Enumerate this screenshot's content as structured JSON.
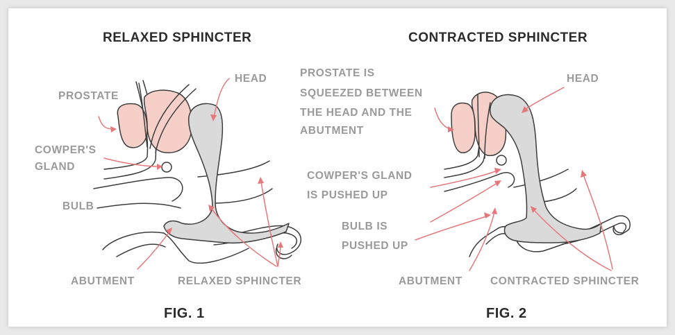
{
  "figures": [
    {
      "title": "RELAXED SPHINCTER",
      "caption": "FIG. 1",
      "labels": {
        "prostate": "PROSTATE",
        "head": "HEAD",
        "cowpers_1": "COWPER'S",
        "cowpers_2": "GLAND",
        "bulb": "BULB",
        "abutment": "ABUTMENT",
        "sphincter": "RELAXED SPHINCTER"
      }
    },
    {
      "title": "CONTRACTED SPHINCTER",
      "caption": "FIG. 2",
      "labels": {
        "prostate_1": "PROSTATE IS",
        "prostate_2": "SQUEEZED BETWEEN",
        "prostate_3": "THE HEAD AND THE",
        "prostate_4": "ABUTMENT",
        "head": "HEAD",
        "cowpers_1": "COWPER'S GLAND",
        "cowpers_2": "IS PUSHED UP",
        "bulb_1": "BULB IS",
        "bulb_2": "PUSHED UP",
        "abutment": "ABUTMENT",
        "sphincter": "CONTRACTED SPHINCTER"
      }
    }
  ],
  "colors": {
    "prostate_fill": "#f6d0c8",
    "head_fill": "#dadada",
    "arrow": "#e6787c",
    "label_text": "#9a9a9a",
    "title_text": "#2b2b2b"
  }
}
